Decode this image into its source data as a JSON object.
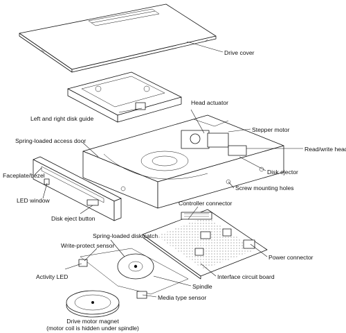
{
  "labels": {
    "drive_cover": "Drive cover",
    "disk_guide": "Left and right disk guide",
    "head_actuator": "Head actuator",
    "stepper_motor": "Stepper motor",
    "access_door": "Spring-loaded access door",
    "read_write_head": "Read/write head",
    "disk_ejector": "Disk ejector",
    "faceplate": "Faceplate/bezel",
    "screw_holes": "Screw mounting holes",
    "led_window": "LED window",
    "controller_connector": "Controller connector",
    "eject_button": "Disk eject button",
    "disk_catch": "Spring-loaded disk catch",
    "write_protect": "Write-protect sensor",
    "power_connector": "Power connector",
    "interface_board": "Interface circuit board",
    "activity_led": "Activity LED",
    "spindle": "Spindle",
    "media_sensor": "Media type sensor",
    "motor_magnet": "Drive motor magnet",
    "motor_magnet_note": "(motor coil is hidden under spindle)"
  }
}
